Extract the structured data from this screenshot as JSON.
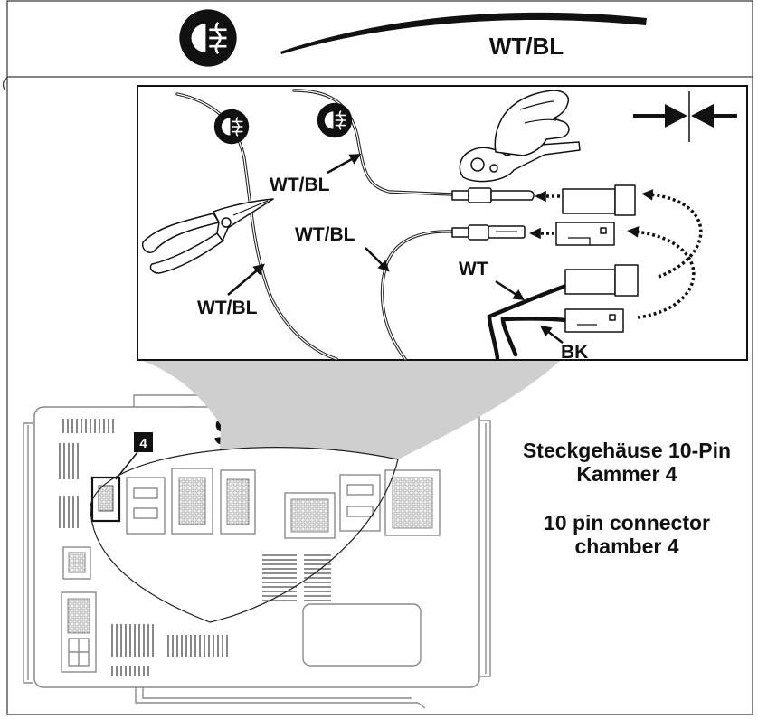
{
  "header": {
    "icon": "rear-fog-light-icon",
    "wire_label": "WT/BL"
  },
  "detail": {
    "icons": {
      "fog_light_1": "rear-fog-light-icon",
      "fog_light_2": "rear-fog-light-icon",
      "cutter": "side-cutter-icon",
      "crimper": "crimping-tool-icon",
      "join": "push-together-icon"
    },
    "labels": [
      {
        "text": "WT/BL"
      },
      {
        "text": "WT/BL"
      },
      {
        "text": "WT"
      },
      {
        "text": "WT/BL"
      },
      {
        "text": "BK"
      }
    ]
  },
  "fuse_box": {
    "chamber_number": "4",
    "partial_label": "S"
  },
  "caption": {
    "de": [
      "Steckgehäuse 10-Pin",
      "Kammer 4"
    ],
    "en": [
      "10 pin connector",
      "chamber 4"
    ]
  },
  "colors": {
    "ink": "#111111",
    "callout": "#cfcfcf",
    "housing_outline": "#8a8a8a"
  }
}
